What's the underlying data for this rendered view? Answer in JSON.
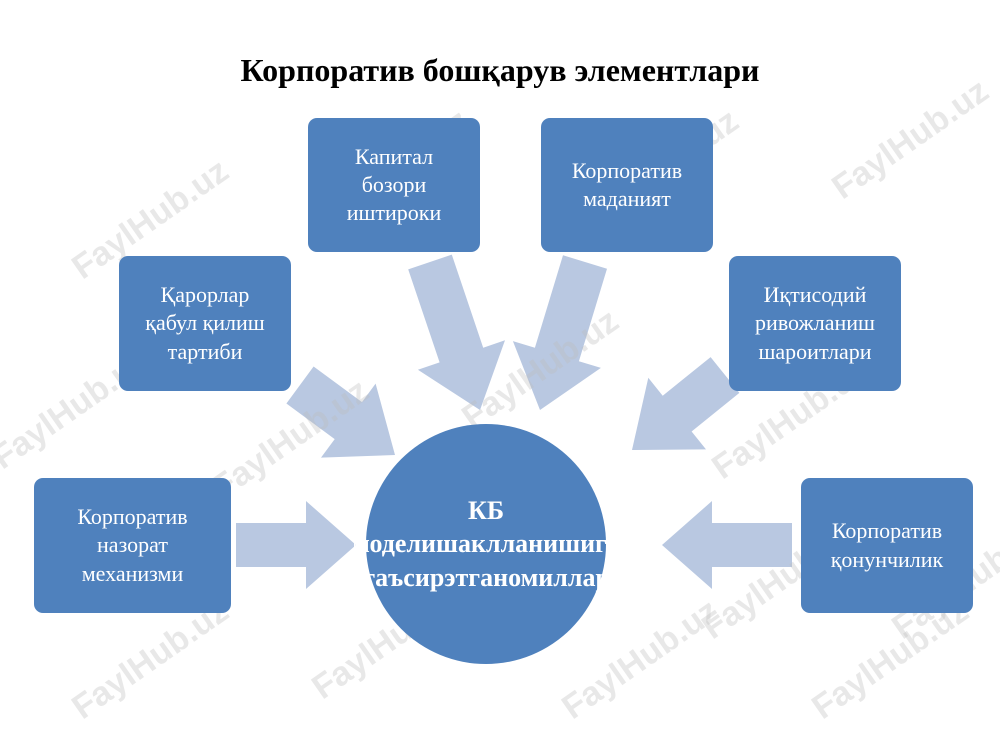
{
  "title": "Корпоратив бошқарув элементлари",
  "colors": {
    "box_fill": "#4f81bd",
    "arrow_fill": "#b9c8e1",
    "text_on_box": "#ffffff"
  },
  "center_node": {
    "lines": [
      "КБ модели",
      "шаклланиш",
      "ига таъсир",
      "этган",
      "омиллар"
    ]
  },
  "nodes": [
    {
      "id": "capital-market",
      "lines": [
        "Капитал",
        "бозори",
        "иштироки"
      ]
    },
    {
      "id": "corporate-culture",
      "lines": [
        "Корпоратив",
        "маданият"
      ]
    },
    {
      "id": "decision-procedure",
      "lines": [
        "Қарорлар",
        "қабул қилиш",
        "тартиби"
      ]
    },
    {
      "id": "economic-conditions",
      "lines": [
        "Иқтисодий",
        "ривожланиш",
        "шароитлари"
      ]
    },
    {
      "id": "control-mechanisms",
      "lines": [
        "Корпоратив",
        "назорат",
        "механизми"
      ]
    },
    {
      "id": "corporate-legislation",
      "lines": [
        "Корпоратив",
        "қонунчилик"
      ]
    }
  ],
  "watermark_text": "FaylHub.uz"
}
